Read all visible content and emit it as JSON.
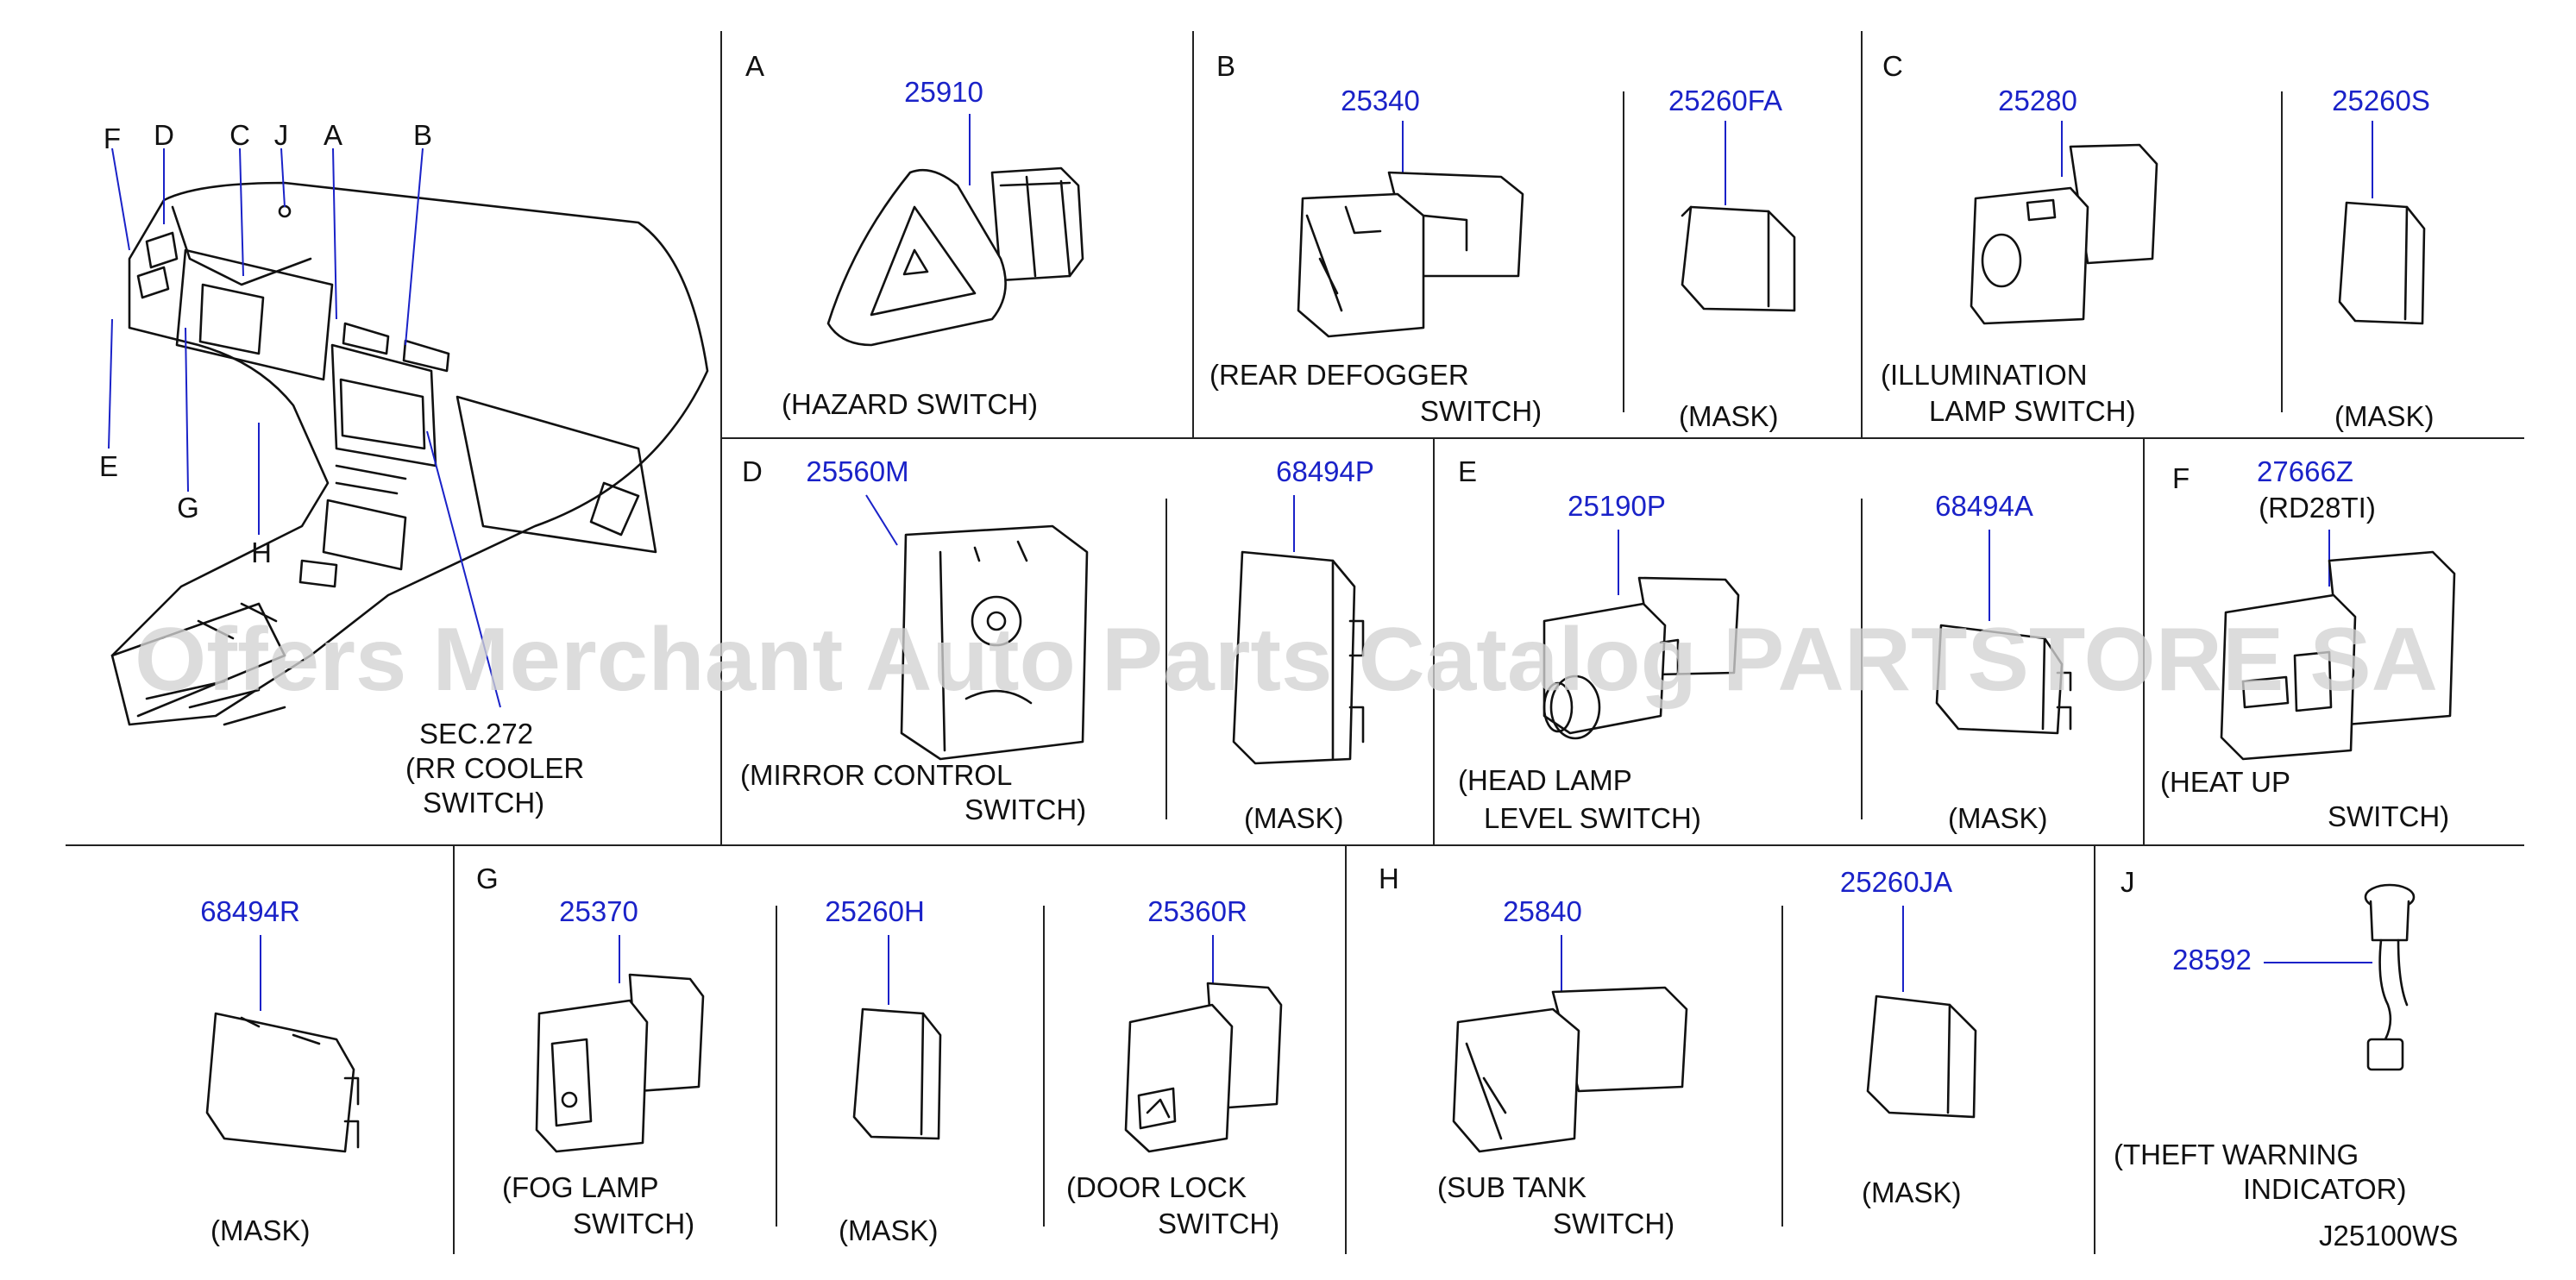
{
  "overview": {
    "callouts": [
      "F",
      "D",
      "C",
      "J",
      "A",
      "B",
      "E",
      "G",
      "H"
    ],
    "sec_label": [
      "SEC.272",
      "(RR   COOLER",
      "SWITCH)"
    ]
  },
  "panels": {
    "A": {
      "letter": "A",
      "parts": [
        {
          "number": "25910",
          "caption": [
            "(HAZARD   SWITCH)"
          ]
        }
      ]
    },
    "B": {
      "letter": "B",
      "parts": [
        {
          "number": "25340",
          "caption": [
            "(REAR   DEFOGGER",
            "SWITCH)"
          ]
        },
        {
          "number": "25260FA",
          "caption": [
            "(MASK)"
          ]
        }
      ]
    },
    "C": {
      "letter": "C",
      "parts": [
        {
          "number": "25280",
          "caption": [
            "(ILLUMINATION",
            "LAMP   SWITCH)"
          ]
        },
        {
          "number": "25260S",
          "caption": [
            "(MASK)"
          ]
        }
      ]
    },
    "D": {
      "letter": "D",
      "parts": [
        {
          "number": "25560M",
          "caption": [
            "(MIRROR   CONTROL",
            "SWITCH)"
          ]
        },
        {
          "number": "68494P",
          "caption": [
            "(MASK)"
          ]
        }
      ]
    },
    "E": {
      "letter": "E",
      "parts": [
        {
          "number": "25190P",
          "caption": [
            "(HEAD   LAMP",
            "LEVEL   SWITCH)"
          ]
        },
        {
          "number": "68494A",
          "caption": [
            "(MASK)"
          ]
        }
      ]
    },
    "F": {
      "letter": "F",
      "parts": [
        {
          "number": "27666Z",
          "note": "(RD28TI)",
          "caption": [
            "(HEAT   UP",
            "SWITCH)"
          ]
        }
      ]
    },
    "mask_r": {
      "parts": [
        {
          "number": "68494R",
          "caption": [
            "(MASK)"
          ]
        }
      ]
    },
    "G": {
      "letter": "G",
      "parts": [
        {
          "number": "25370",
          "caption": [
            "(FOG   LAMP",
            "SWITCH)"
          ]
        },
        {
          "number": "25260H",
          "caption": [
            "(MASK)"
          ]
        },
        {
          "number": "25360R",
          "caption": [
            "(DOOR   LOCK",
            "SWITCH)"
          ]
        }
      ]
    },
    "H": {
      "letter": "H",
      "parts": [
        {
          "number": "25840",
          "caption": [
            "(SUB   TANK",
            "SWITCH)"
          ]
        },
        {
          "number": "25260JA",
          "caption": [
            "(MASK)"
          ]
        }
      ]
    },
    "J": {
      "letter": "J",
      "parts": [
        {
          "number": "28592",
          "caption": [
            "(THEFT   WARNING",
            "INDICATOR)"
          ]
        }
      ]
    }
  },
  "drawing_code": "J25100WS",
  "watermark": "Offers Merchant Auto Parts Catalog PARTSTORE SA",
  "colors": {
    "part_number": "#1a22c8",
    "text": "#111111",
    "watermark": "#d3d3d3"
  }
}
